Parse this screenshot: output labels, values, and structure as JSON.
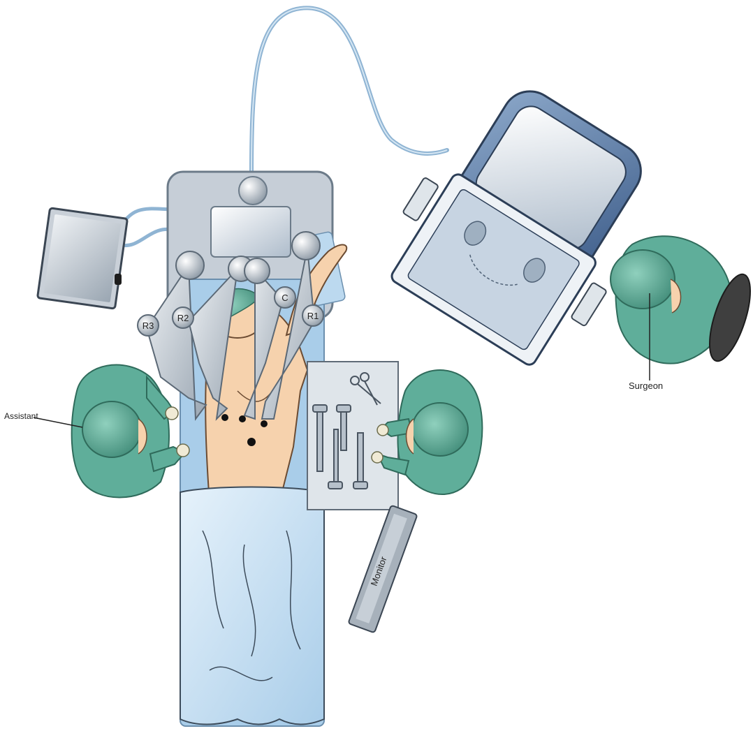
{
  "labels": {
    "r1": "R1",
    "r2": "R2",
    "r3": "R3",
    "camera": "C",
    "assistant": "Assistant",
    "surgeon": "Surgeon",
    "monitor": "Monitor"
  },
  "colors": {
    "gown": "#5fae9a",
    "gown_dark": "#3f8a77",
    "skin": "#f6d2ad",
    "drape": "#c7e0f3",
    "cart": "#c4cdd6",
    "console": "#5f7fa8",
    "cable": "#8fb4d3"
  }
}
